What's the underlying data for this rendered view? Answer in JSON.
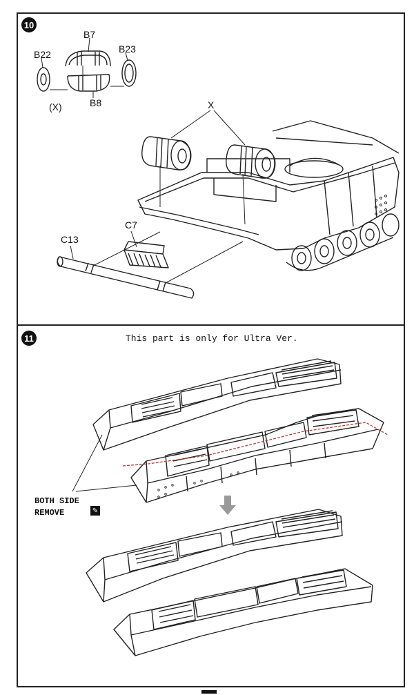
{
  "steps": [
    {
      "number": "10"
    },
    {
      "number": "11",
      "note": "This part is only for Ultra Ver."
    }
  ],
  "parts": {
    "b7": "B7",
    "b22": "B22",
    "b23": "B23",
    "b8": "B8",
    "x_group": "(X)",
    "x": "X",
    "c7": "C7",
    "c13": "C13"
  },
  "instruction": {
    "line1": "BOTH SIDE",
    "line2": "REMOVE",
    "icon": "knife-icon"
  },
  "colors": {
    "line": "#222222",
    "cut_line": "#c0392b"
  }
}
